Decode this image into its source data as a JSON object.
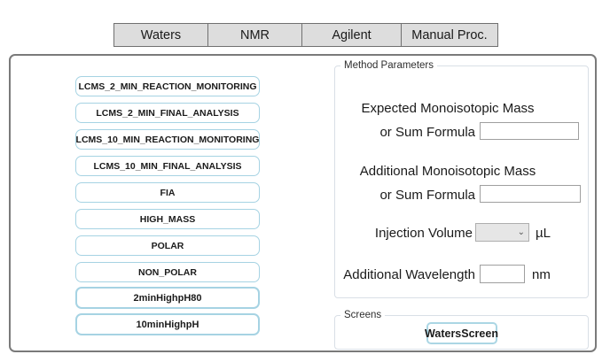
{
  "tabs": [
    "Waters",
    "NMR",
    "Agilent",
    "Manual Proc."
  ],
  "methods": [
    "LCMS_2_MIN_REACTION_MONITORING",
    "LCMS_2_MIN_FINAL_ANALYSIS",
    "LCMS_10_MIN_REACTION_MONITORING",
    "LCMS_10_MIN_FINAL_ANALYSIS",
    "FIA",
    "HIGH_MASS",
    "POLAR",
    "NON_POLAR",
    "2minHighpH80",
    "10minHighpH"
  ],
  "method_parameters": {
    "title": "Method Parameters",
    "expected_mass_label": "Expected Monoisotopic Mass",
    "expected_sum_formula_label": "or Sum Formula",
    "expected_value": "",
    "additional_mass_label": "Additional Monoisotopic Mass",
    "additional_sum_formula_label": "or Sum Formula",
    "additional_value": "",
    "injection_volume_label": "Injection Volume",
    "injection_volume_value": "",
    "injection_volume_unit": "µL",
    "additional_wavelength_label": "Additional Wavelength",
    "additional_wavelength_value": "",
    "additional_wavelength_unit": "nm"
  },
  "screens": {
    "title": "Screens",
    "button_label": "WatersScreen"
  },
  "colors": {
    "accent_blue_border": "#a6d3e3",
    "tab_background": "#dddddd",
    "tab_border": "#707070",
    "panel_border": "#7a7a7a",
    "groupbox_border": "#d9dfe6",
    "input_border": "#9f9f9f",
    "combo_background": "#e6e6e6"
  }
}
